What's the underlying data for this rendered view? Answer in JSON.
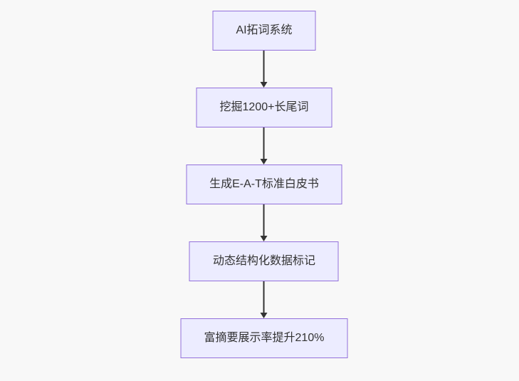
{
  "flowchart": {
    "type": "flowchart",
    "direction": "top-down",
    "nodes": [
      {
        "id": "ai-word-expansion-system",
        "label": "AI拓词系统"
      },
      {
        "id": "mine-longtail-keywords",
        "label": "挖掘1200+长尾词"
      },
      {
        "id": "generate-eat-whitepaper",
        "label": "生成E-A-T标准白皮书"
      },
      {
        "id": "dynamic-structured-data",
        "label": "动态结构化数据标记"
      },
      {
        "id": "rich-snippet-rate-up",
        "label": "富摘要展示率提升210%"
      }
    ],
    "edges": [
      {
        "from": 0,
        "to": 1
      },
      {
        "from": 1,
        "to": 2
      },
      {
        "from": 2,
        "to": 3
      },
      {
        "from": 3,
        "to": 4
      }
    ],
    "colors": {
      "background": "#f8f8f8",
      "node_fill": "#ececff",
      "node_border": "#9370db",
      "text": "#333333",
      "arrow": "#333333"
    }
  }
}
